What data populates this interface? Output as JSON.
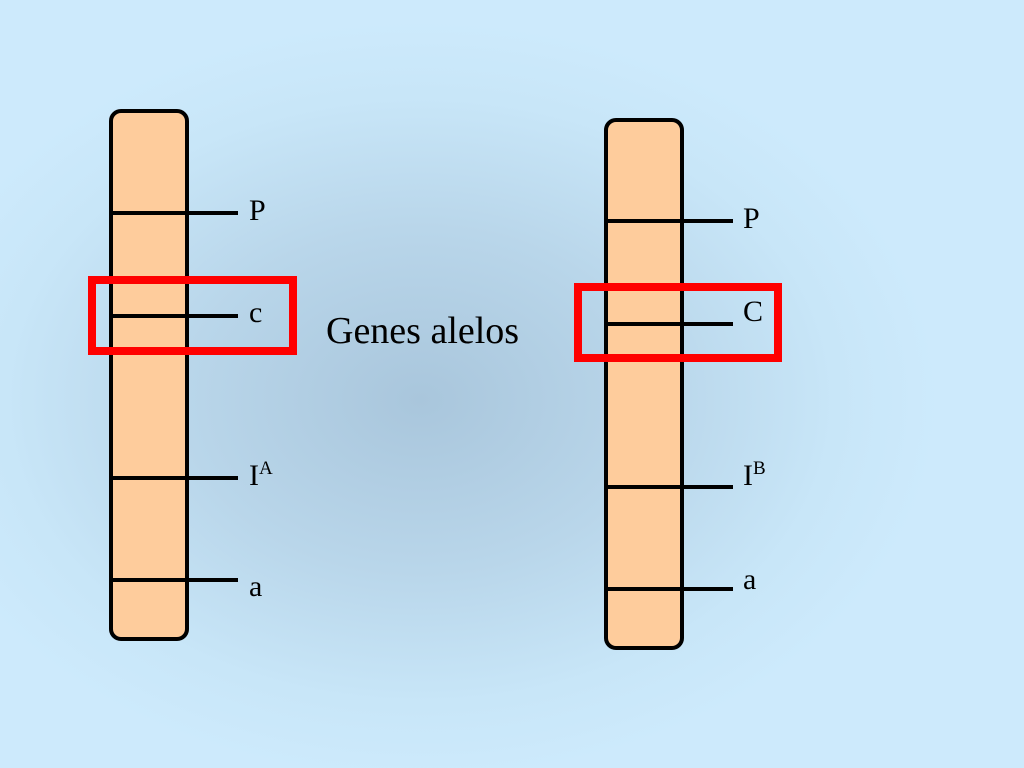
{
  "diagram": {
    "center_text": "Genes alelos",
    "colors": {
      "chromosome_fill": "#fecc9c",
      "highlight": "#ff0000",
      "lines": "#000000"
    },
    "chromosomes": [
      {
        "loci": [
          {
            "base": "P",
            "sup": ""
          },
          {
            "base": "c",
            "sup": ""
          },
          {
            "base": "I",
            "sup": "A"
          },
          {
            "base": "a",
            "sup": ""
          }
        ],
        "highlighted_locus": 1
      },
      {
        "loci": [
          {
            "base": "P",
            "sup": ""
          },
          {
            "base": "C",
            "sup": ""
          },
          {
            "base": "I",
            "sup": "B"
          },
          {
            "base": "a",
            "sup": ""
          }
        ],
        "highlighted_locus": 1
      }
    ]
  }
}
